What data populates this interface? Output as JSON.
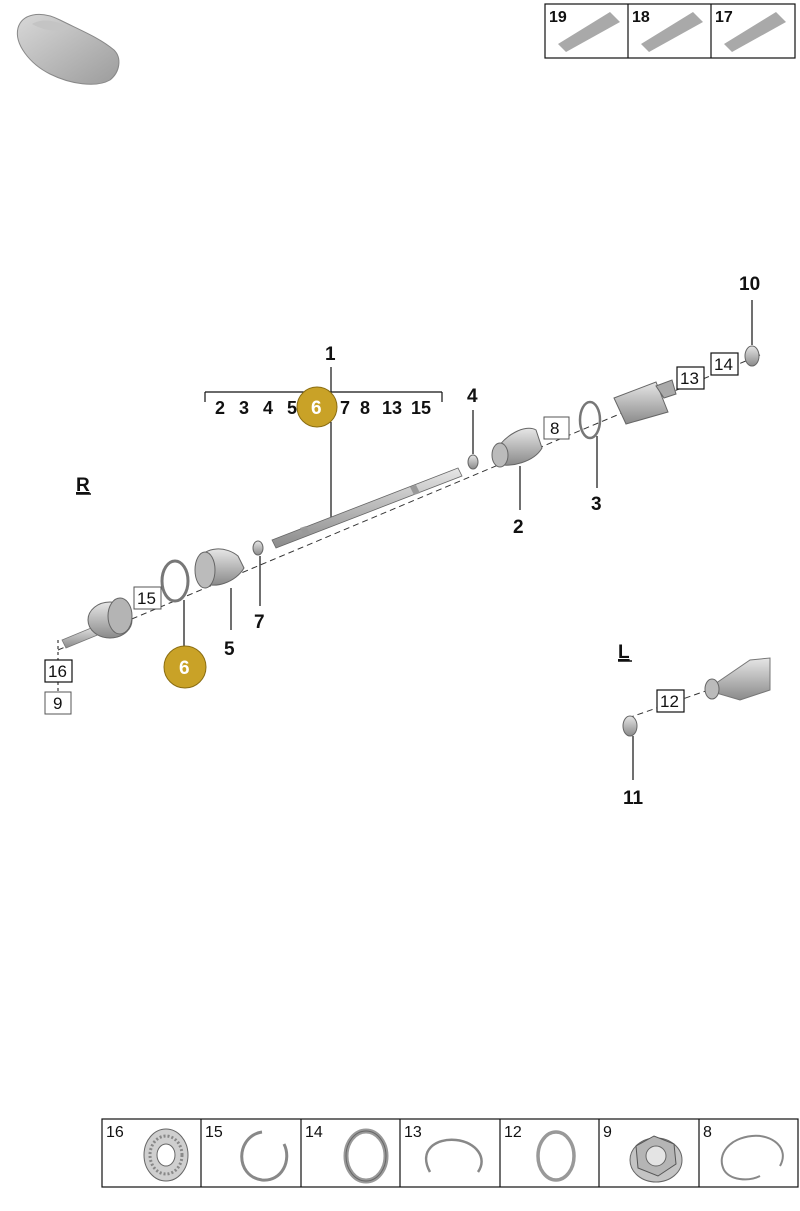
{
  "consumables": [
    {
      "number": "19"
    },
    {
      "number": "18"
    },
    {
      "number": "17"
    }
  ],
  "side_labels": {
    "right": "R",
    "left": "L"
  },
  "group": {
    "number": "1",
    "members": [
      "2",
      "3",
      "4",
      "5",
      "6",
      "7",
      "8",
      "13",
      "15"
    ],
    "highlighted": "6"
  },
  "callouts": {
    "c2": "2",
    "c3": "3",
    "c4": "4",
    "c5": "5",
    "c6": "6",
    "c7": "7",
    "c10": "10",
    "c11": "11"
  },
  "boxed_refs": {
    "b8": "8",
    "b9": "9",
    "b12": "12",
    "b13": "13",
    "b14": "14",
    "b15": "15",
    "b16": "16"
  },
  "highlight_color": "#c9a227",
  "legend": [
    {
      "number": "16",
      "icon": "toothed-lock-washer-icon"
    },
    {
      "number": "15",
      "icon": "open-circlip-icon"
    },
    {
      "number": "14",
      "icon": "sealing-ring-icon"
    },
    {
      "number": "13",
      "icon": "snap-ring-icon"
    },
    {
      "number": "12",
      "icon": "o-ring-icon"
    },
    {
      "number": "9",
      "icon": "collar-nut-icon"
    },
    {
      "number": "8",
      "icon": "retaining-ring-icon"
    }
  ]
}
